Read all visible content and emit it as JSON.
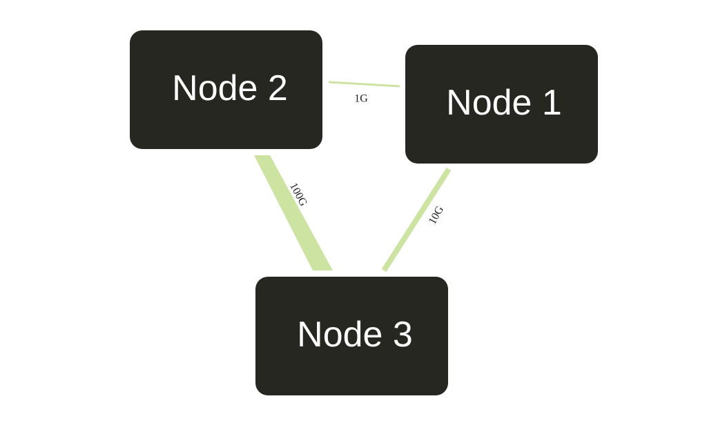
{
  "colors": {
    "node_fill": "#272722",
    "node_text": "#ffffff",
    "link": "#cce3a2",
    "link_label": "#222222",
    "background": "#ffffff"
  },
  "nodes": [
    {
      "id": "node2",
      "label": "Node 2"
    },
    {
      "id": "node1",
      "label": "Node 1"
    },
    {
      "id": "node3",
      "label": "Node 3"
    }
  ],
  "links": [
    {
      "id": "link-1g",
      "source": "node2",
      "target": "node1",
      "label": "1G",
      "bandwidth_gbps": 1
    },
    {
      "id": "link-100g",
      "source": "node2",
      "target": "node3",
      "label": "100G",
      "bandwidth_gbps": 100
    },
    {
      "id": "link-10g",
      "source": "node1",
      "target": "node3",
      "label": "10G",
      "bandwidth_gbps": 10
    }
  ]
}
